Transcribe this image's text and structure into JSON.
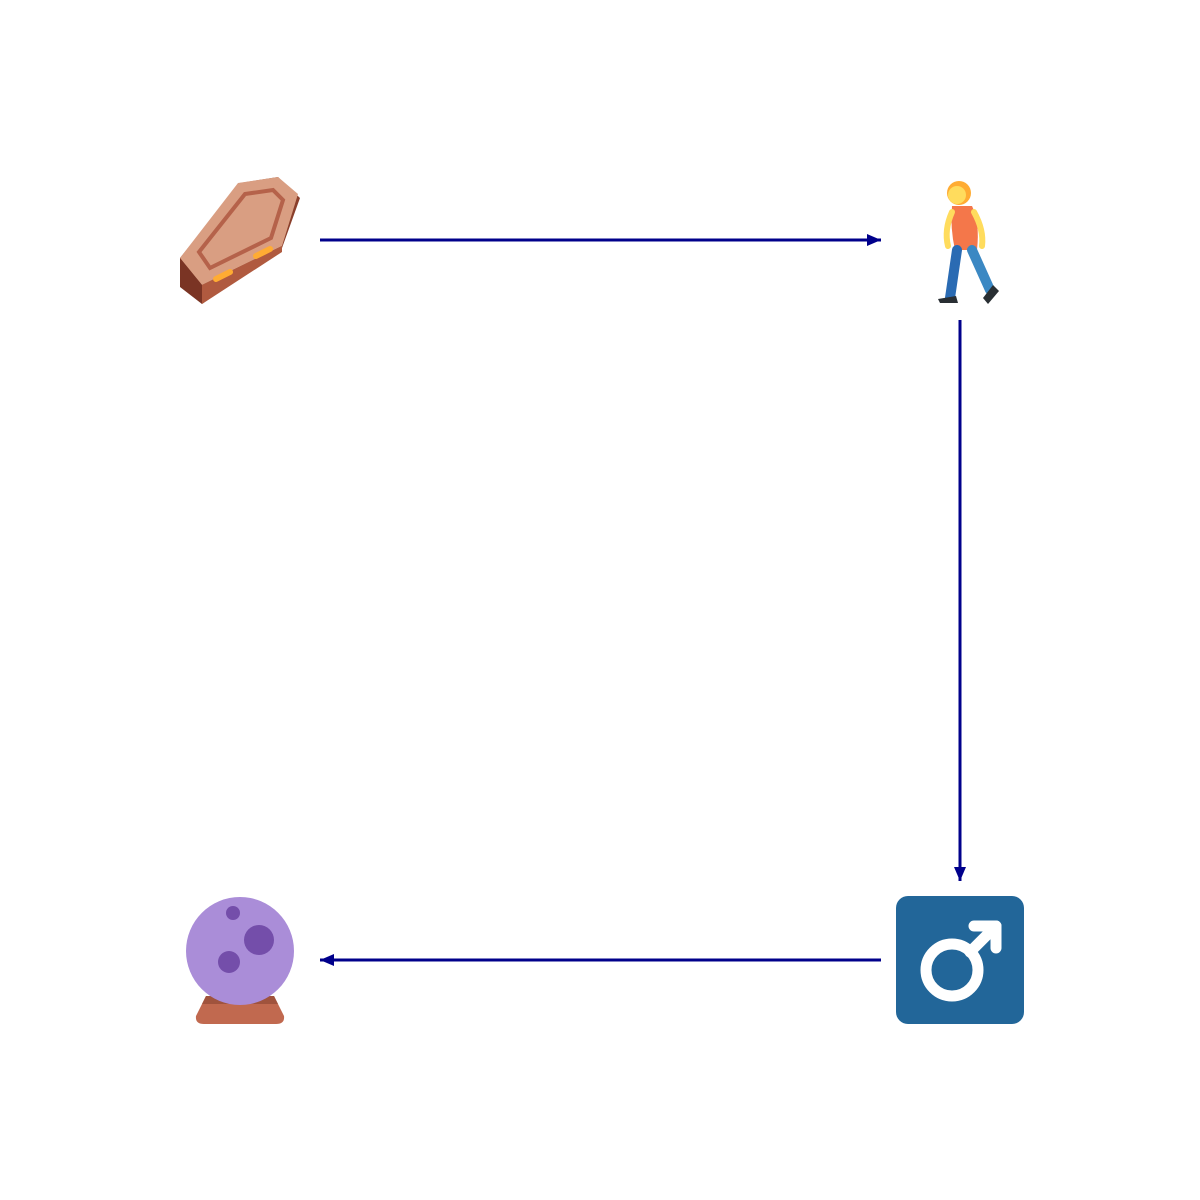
{
  "diagram": {
    "type": "cycle",
    "nodes": [
      {
        "id": "coffin",
        "icon": "coffin-icon"
      },
      {
        "id": "walking-person",
        "icon": "person-walking-icon"
      },
      {
        "id": "male-sign",
        "icon": "male-sign-icon"
      },
      {
        "id": "crystal-ball",
        "icon": "crystal-ball-icon"
      }
    ],
    "edges": [
      {
        "from": "coffin",
        "to": "walking-person"
      },
      {
        "from": "walking-person",
        "to": "male-sign"
      },
      {
        "from": "male-sign",
        "to": "crystal-ball"
      }
    ],
    "colors": {
      "edge": "#00008b",
      "background": "#ffffff"
    }
  }
}
